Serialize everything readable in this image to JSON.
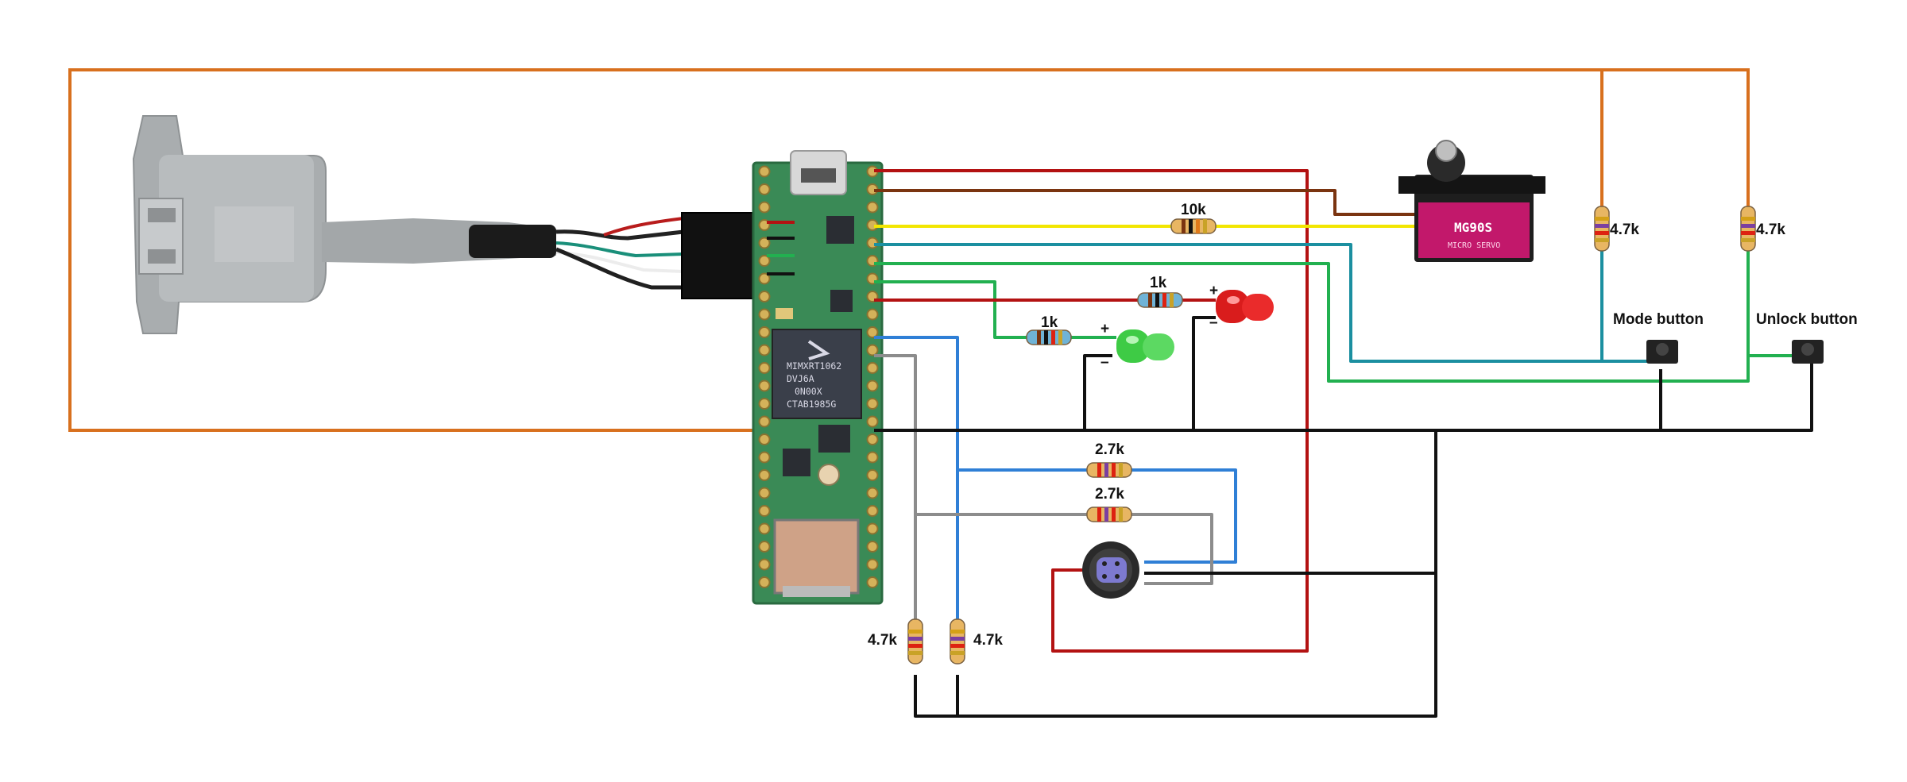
{
  "labels": {
    "r_servo": "10k",
    "r_led_red": "1k",
    "r_led_green": "1k",
    "r_ps2_top": "2.7k",
    "r_ps2_bottom": "2.7k",
    "r_mode": "4.7k",
    "r_unlock": "4.7k",
    "r_bottom_left": "4.7k",
    "r_bottom_right": "4.7k",
    "mode_button": "Mode button",
    "unlock_button": "Unlock button",
    "plus": "+",
    "minus": "–"
  },
  "servo": {
    "model": "MG90S",
    "sub": "MICRO SERVO"
  },
  "chip": {
    "lines": [
      "MIMXRT1062",
      "DVJ6A",
      "0N00X",
      "CTAB1985G"
    ]
  },
  "colors": {
    "orange": "#d8701e",
    "red": "#b31212",
    "brown": "#7a3410",
    "yellow": "#f2e600",
    "teal": "#1b8fa0",
    "green": "#22b050",
    "blue": "#2f7fd6",
    "gray": "#8c8c8c",
    "black": "#111111",
    "board": "#3a8a56"
  }
}
